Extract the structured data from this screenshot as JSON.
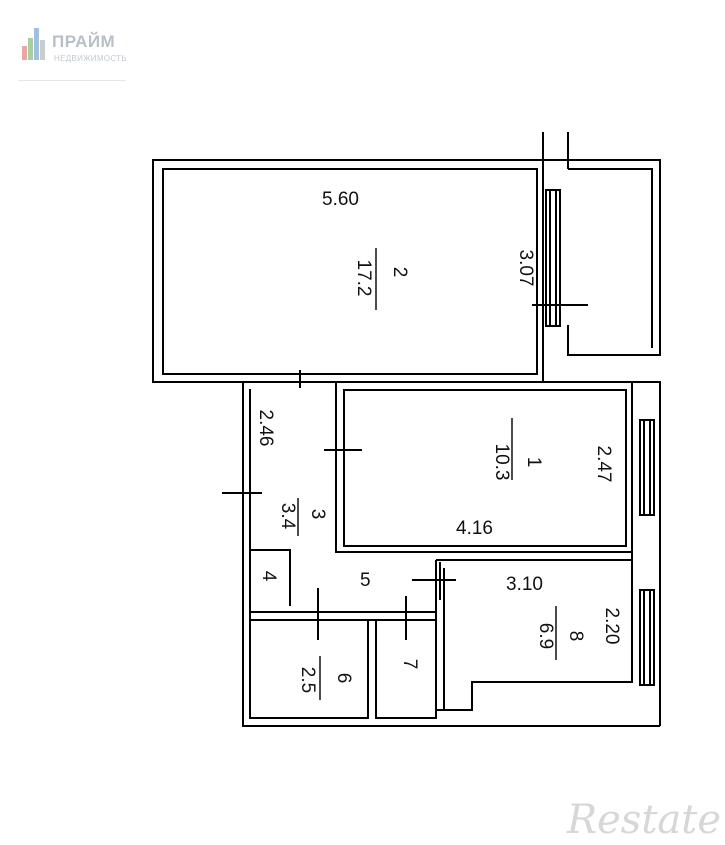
{
  "logo": {
    "name": "ПРАЙМ",
    "subtitle": "НЕДВИЖИМОСТЬ",
    "colors": [
      "#f0a3a3",
      "#a9cf9b",
      "#9cc2e2",
      "#c9ccd1"
    ]
  },
  "watermark": {
    "text": "Restate"
  },
  "plan": {
    "line_color": "#000000",
    "rooms": [
      {
        "number": "2",
        "area": "17.2",
        "length": "5.60",
        "width": "3.07"
      },
      {
        "number": "1",
        "area": "10.3",
        "length": "4.16",
        "width": "2.47"
      },
      {
        "number": "3",
        "area": "3.4",
        "length": "2.46"
      },
      {
        "number": "4"
      },
      {
        "number": "5"
      },
      {
        "number": "6",
        "area": "2.5"
      },
      {
        "number": "7"
      },
      {
        "number": "8",
        "area": "6.9",
        "length": "3.10",
        "width": "2.20"
      }
    ]
  }
}
